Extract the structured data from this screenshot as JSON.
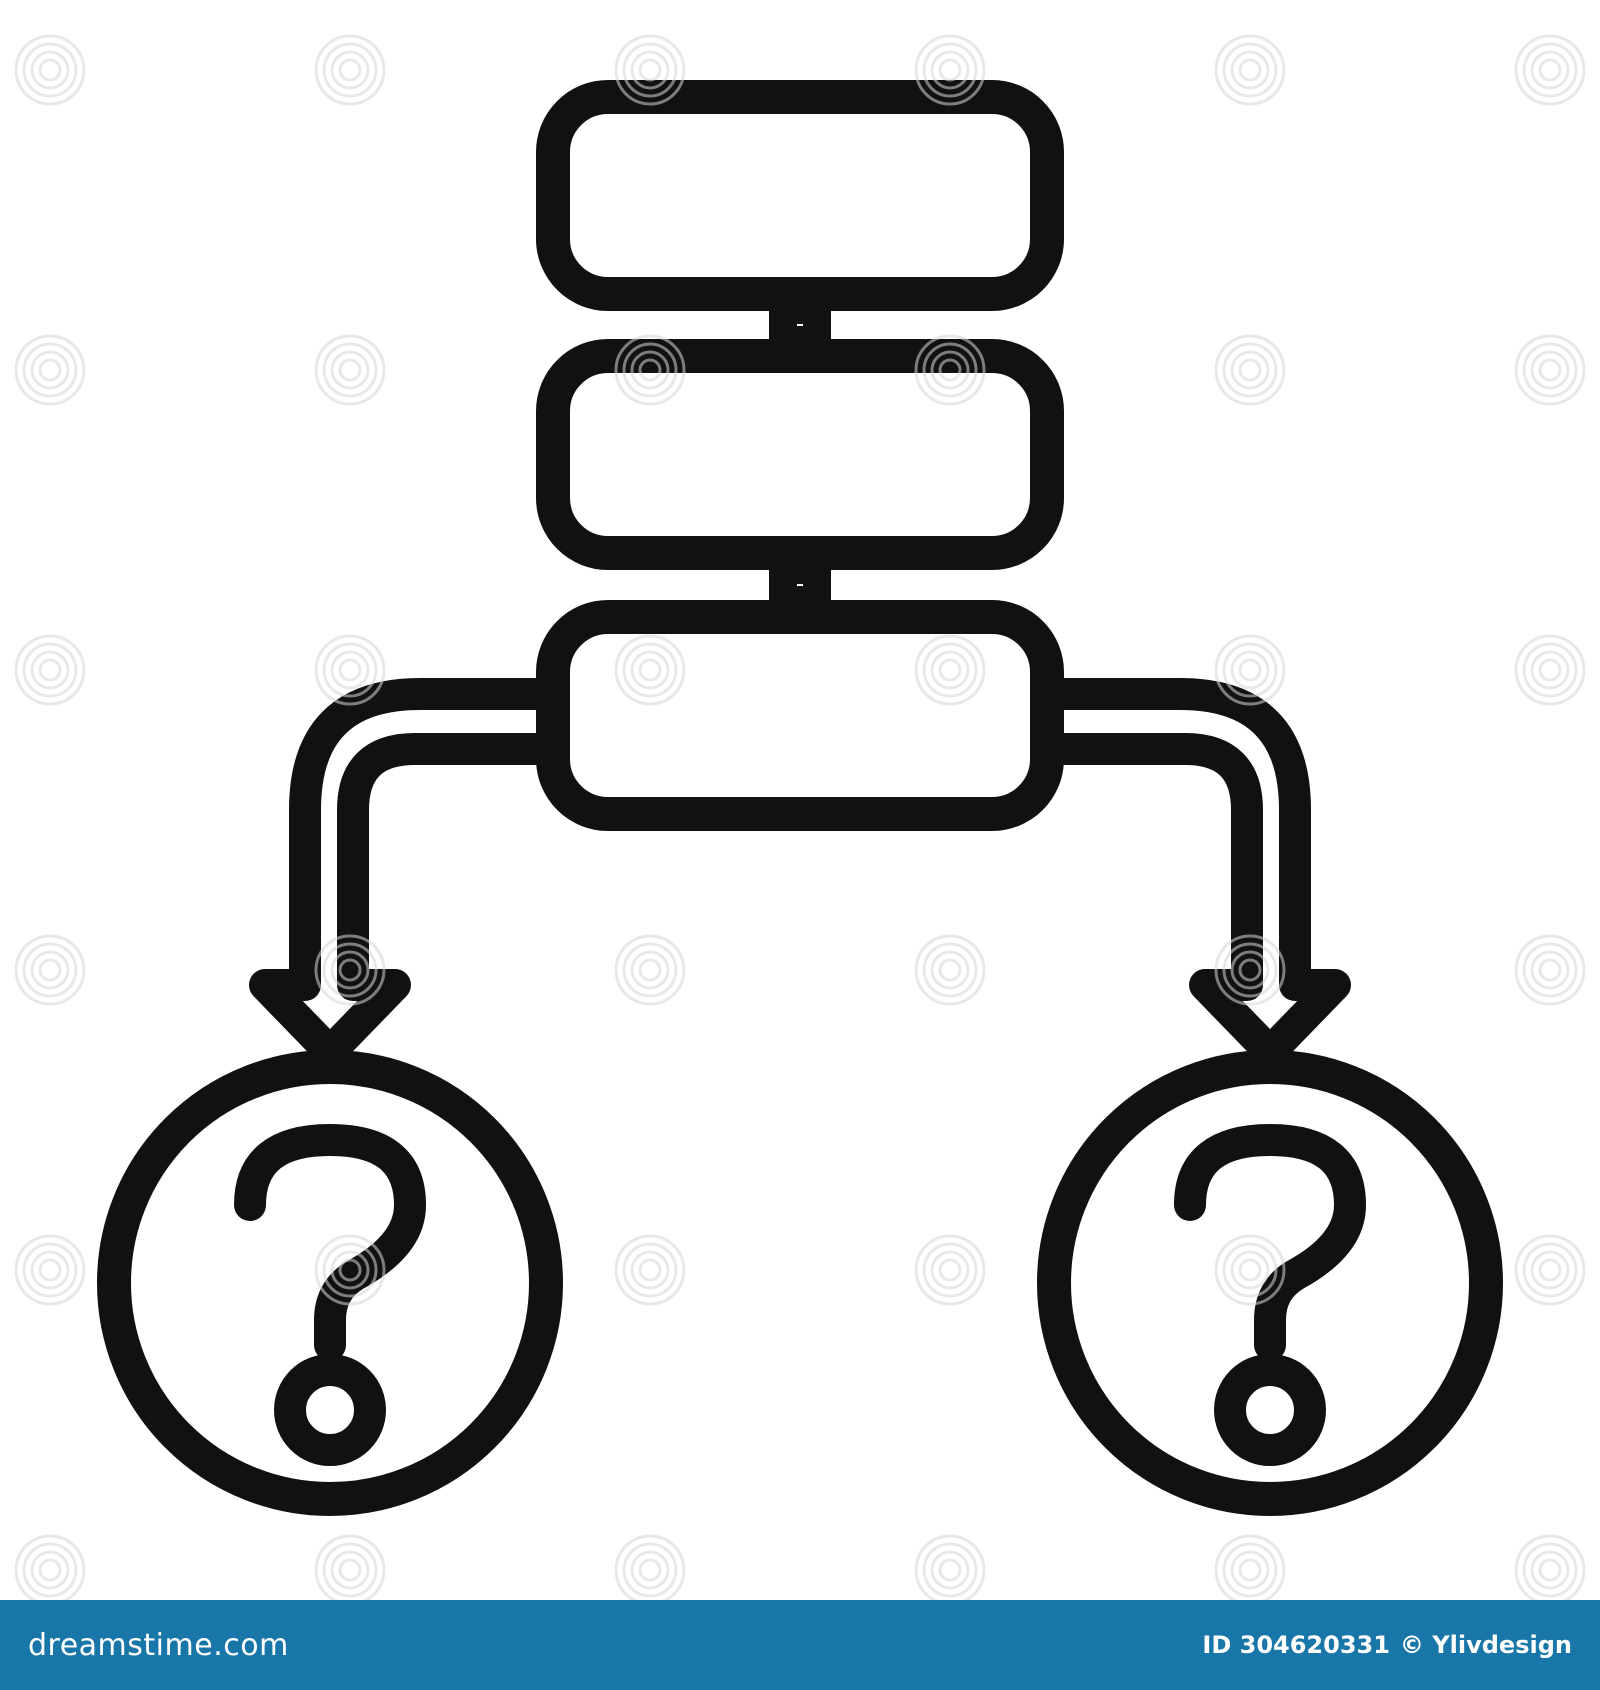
{
  "colors": {
    "stroke": "#111111",
    "background": "#ffffff",
    "footer_bg": "#1876a9",
    "watermark": "#d6d6d6"
  },
  "diagram": {
    "stack": [
      {
        "name": "top-block"
      },
      {
        "name": "middle-block"
      },
      {
        "name": "bottom-block"
      }
    ],
    "branches": [
      "left",
      "right"
    ],
    "outcome_icons": [
      "question-mark-icon",
      "question-mark-icon"
    ]
  },
  "watermark": {
    "logo": "dreamstime",
    "icon": "spiral-icon"
  },
  "footer": {
    "logo": "dreamstime.com",
    "id": "ID 304620331",
    "credit": "© Ylivdesign"
  }
}
